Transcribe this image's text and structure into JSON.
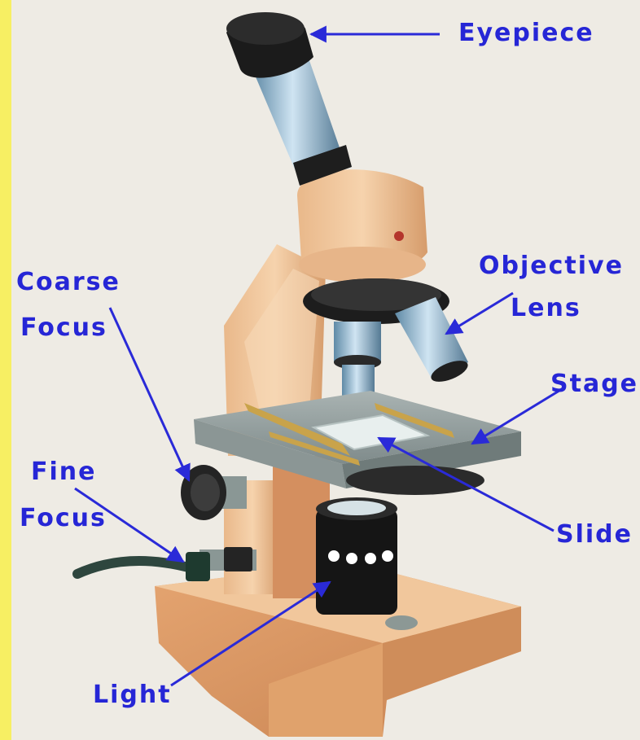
{
  "labels": {
    "eyepiece": "Eyepiece",
    "objective_line1": "Objective",
    "objective_line2": "Lens",
    "coarse_line1": "Coarse",
    "coarse_line2": "Focus",
    "stage": "Stage",
    "fine_line1": "Fine",
    "fine_line2": "Focus",
    "slide": "Slide",
    "light": "Light"
  },
  "colors": {
    "label_text": "#2626d6",
    "arrow": "#2a2ad8",
    "side_strip": "#f7ef63",
    "background": "#eeebe4"
  }
}
